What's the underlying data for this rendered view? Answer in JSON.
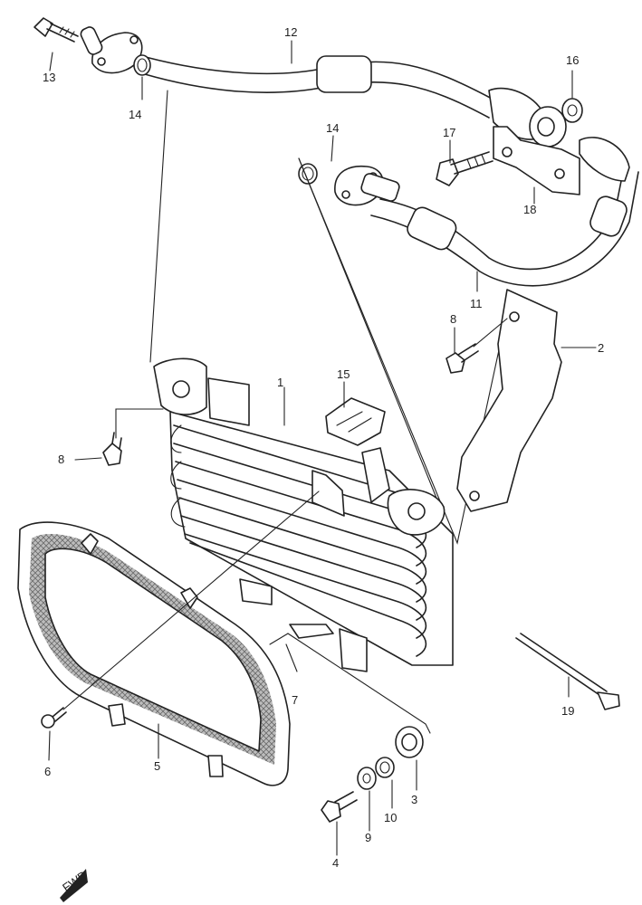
{
  "callouts": [
    {
      "id": "1",
      "text": "1"
    },
    {
      "id": "2",
      "text": "2"
    },
    {
      "id": "3",
      "text": "3"
    },
    {
      "id": "4",
      "text": "4"
    },
    {
      "id": "5",
      "text": "5"
    },
    {
      "id": "6",
      "text": "6"
    },
    {
      "id": "7",
      "text": "7"
    },
    {
      "id": "8a",
      "text": "8"
    },
    {
      "id": "8b",
      "text": "8"
    },
    {
      "id": "9",
      "text": "9"
    },
    {
      "id": "10",
      "text": "10"
    },
    {
      "id": "11",
      "text": "11"
    },
    {
      "id": "12",
      "text": "12"
    },
    {
      "id": "13",
      "text": "13"
    },
    {
      "id": "14a",
      "text": "14"
    },
    {
      "id": "14b",
      "text": "14"
    },
    {
      "id": "15",
      "text": "15"
    },
    {
      "id": "16",
      "text": "16"
    },
    {
      "id": "17",
      "text": "17"
    },
    {
      "id": "18",
      "text": "18"
    },
    {
      "id": "19",
      "text": "19"
    }
  ],
  "fwd_label": "FWD"
}
